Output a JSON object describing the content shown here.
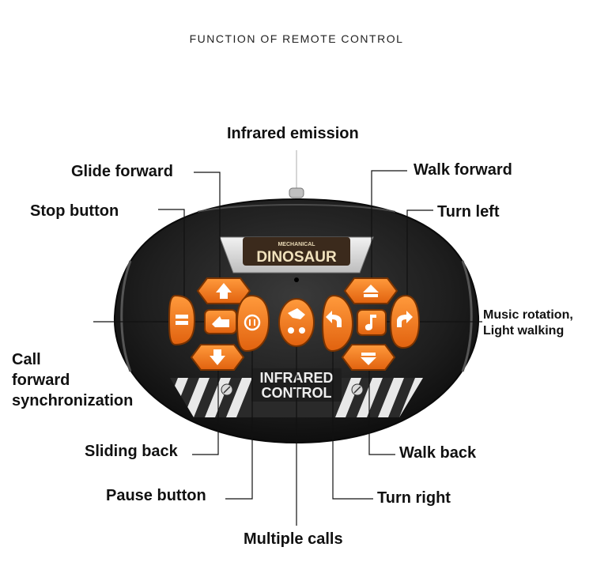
{
  "title": "FUNCTION OF REMOTE CONTROL",
  "device": {
    "brand_top": "MECHANICAL",
    "brand_main": "DINOSAUR",
    "bottom_text_1": "INFRARED",
    "bottom_text_2": "CONTROL"
  },
  "labels": {
    "infrared_emission": "Infrared emission",
    "glide_forward": "Glide forward",
    "walk_forward": "Walk forward",
    "stop_button": "Stop button",
    "turn_left": "Turn left",
    "music_rotation_1": "Music rotation,",
    "music_rotation_2": "Light walking",
    "call_forward_1": "Call",
    "call_forward_2": "forward",
    "call_forward_3": "synchronization",
    "sliding_back": "Sliding back",
    "walk_back": "Walk back",
    "pause_button": "Pause button",
    "turn_right": "Turn right",
    "multiple_calls": "Multiple calls"
  },
  "colors": {
    "body": "#1b1b1b",
    "body_edge": "#3a3a3a",
    "button": "#f47a1f",
    "button_dark": "#c9540a",
    "label": "#111111",
    "stripe": "#e8e8e8"
  }
}
